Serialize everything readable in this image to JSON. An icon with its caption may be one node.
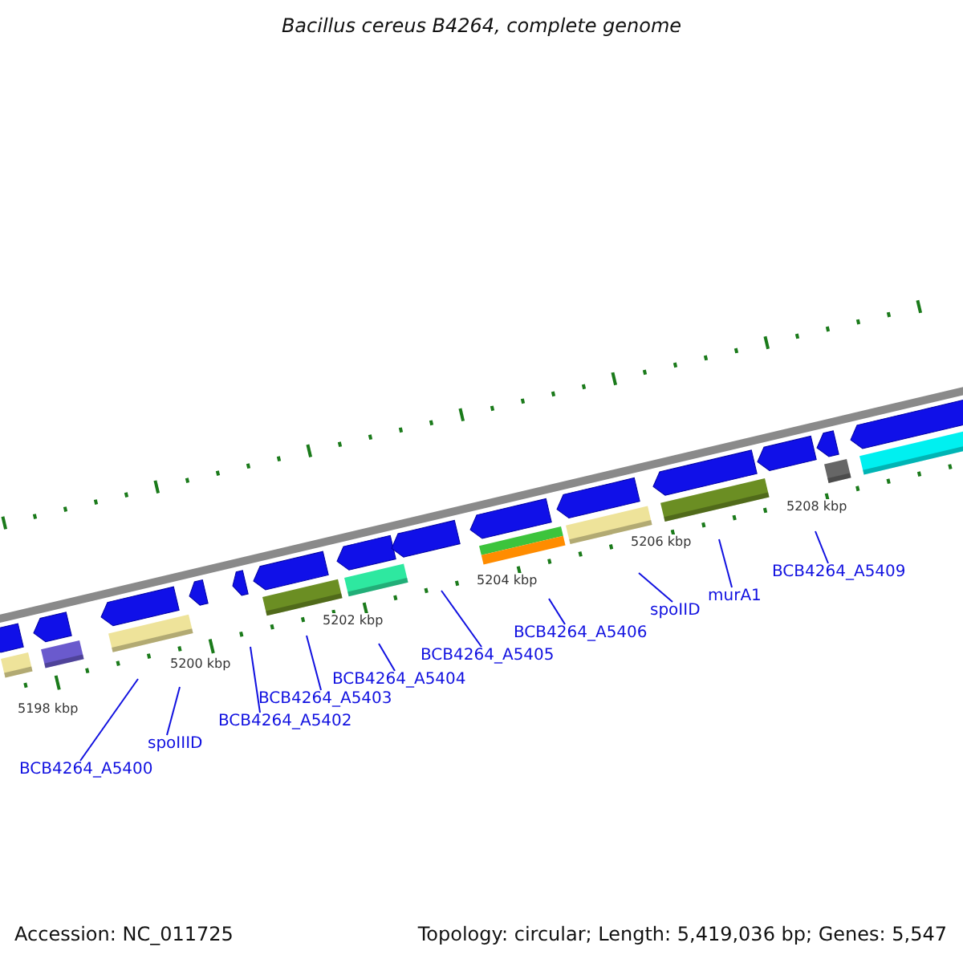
{
  "diagram": {
    "title": "Bacillus cereus B4264, complete genome",
    "nodes": [
      {
        "text": [
          "BCB4264_A5400"
        ]
      },
      {
        "text": [
          "spoIIID"
        ]
      },
      {
        "text": [
          "BCB4264_A5402"
        ]
      },
      {
        "text": [
          "BCB4264_A5403"
        ]
      },
      {
        "text": [
          "BCB4264_A5404"
        ]
      },
      {
        "text": [
          "BCB4264_A5405"
        ]
      },
      {
        "text": [
          "BCB4264_A5406"
        ]
      },
      {
        "text": [
          "spoIID"
        ]
      },
      {
        "text": [
          "murA1"
        ]
      },
      {
        "text": [
          "BCB4264_A5409"
        ]
      }
    ],
    "edges": [
      {
        "from": 0,
        "to": null,
        "arrow": "none"
      },
      {
        "from": 1,
        "to": null,
        "arrow": "none"
      },
      {
        "from": 2,
        "to": null,
        "arrow": "none"
      },
      {
        "from": 3,
        "to": null,
        "arrow": "none"
      },
      {
        "from": 4,
        "to": null,
        "arrow": "none"
      },
      {
        "from": 5,
        "to": null,
        "arrow": "none"
      },
      {
        "from": 6,
        "to": null,
        "arrow": "none"
      },
      {
        "from": 7,
        "to": null,
        "arrow": "none"
      },
      {
        "from": 8,
        "to": null,
        "arrow": "none"
      },
      {
        "from": 9,
        "to": null,
        "arrow": "none"
      }
    ],
    "labels": [
      "5198 kbp",
      "5200 kbp",
      "5202 kbp",
      "5204 kbp",
      "5206 kbp",
      "5208 kbp",
      "Accession: NC_011725",
      "Topology: circular; Length: 5,419,036 bp; Genes: 5,547"
    ]
  }
}
